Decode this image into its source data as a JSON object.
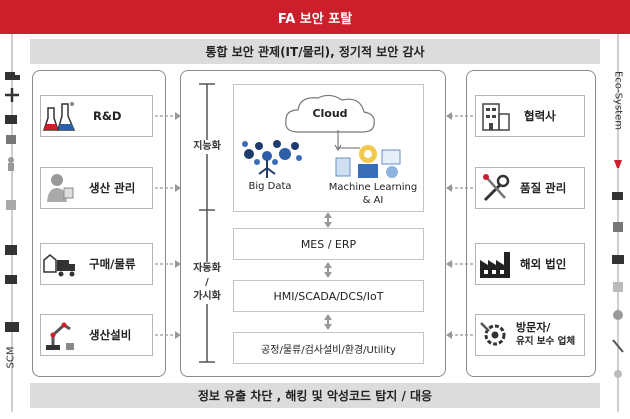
{
  "header": {
    "title": "FA 보안 포탈"
  },
  "bands": {
    "top": "통합 보안 관제(IT/물리), 정기적 보안 감사",
    "bottom": "정보 유출 차단 , 해킹 및 악성코드 탐지 / 대응"
  },
  "left_boxes": [
    {
      "label": "R&D",
      "icon": "lab-flask-icon"
    },
    {
      "label": "생산 관리",
      "icon": "worker-icon"
    },
    {
      "label": "구매/물류",
      "icon": "delivery-truck-icon"
    },
    {
      "label": "생산설비",
      "icon": "robot-arm-icon"
    }
  ],
  "right_boxes": [
    {
      "label": "협력사",
      "icon": "office-building-icon"
    },
    {
      "label": "품질 관리",
      "icon": "tools-icon"
    },
    {
      "label": "해외 법인",
      "icon": "factory-icon"
    },
    {
      "label1": "방문자/",
      "label2": "유지 보수 업체",
      "icon": "maintenance-gear-icon"
    }
  ],
  "center": {
    "intelligence_label": "지능화",
    "automation_label_1": "자동화",
    "automation_label_2": "/",
    "automation_label_3": "가시화",
    "cloud": "Cloud",
    "big_data": "Big Data",
    "ml_1": "Machine Learning",
    "ml_2": "& AI",
    "layers": [
      "MES /  ERP",
      "HMI/SCADA/DCS/IoT",
      "공정/물류/검사설비/환경/Utility"
    ]
  },
  "side_texts": {
    "left_vertical": "SCM",
    "right_vertical": "Eco-System"
  },
  "colors": {
    "accent": "#cc1f2b",
    "band": "#dcdcdc",
    "border": "#8a8a8a"
  }
}
